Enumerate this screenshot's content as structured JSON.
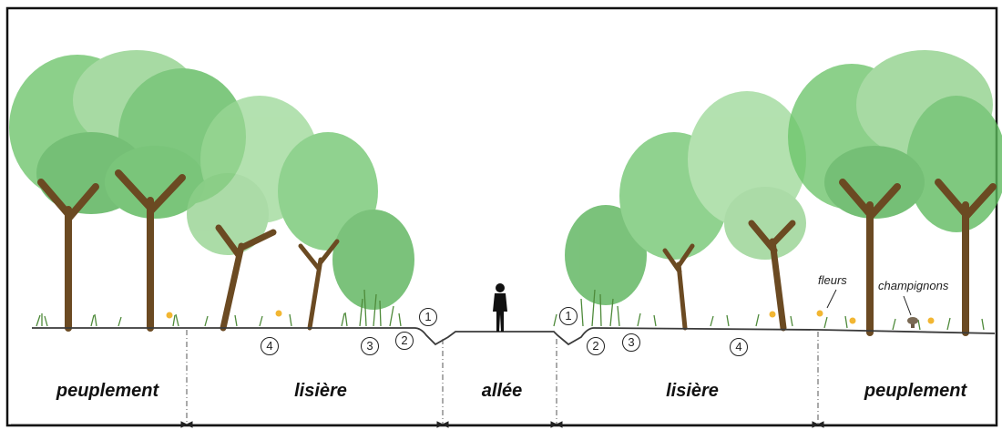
{
  "zones": [
    {
      "label": "peuplement"
    },
    {
      "label": "lisière"
    },
    {
      "label": "allée"
    },
    {
      "label": "lisière"
    },
    {
      "label": "peuplement"
    }
  ],
  "annotations": {
    "flowers": "fleurs",
    "mushrooms": "champignons"
  },
  "markers": [
    "1",
    "2",
    "3",
    "4"
  ],
  "colors": {
    "foliage_dark": "#3fa64a",
    "foliage_light": "#8fd08a",
    "trunk": "#6b4a22",
    "grass": "#4e8a3a",
    "flower": "#f2b632",
    "ground_line": "#3a3a3a",
    "frame": "#111111"
  }
}
